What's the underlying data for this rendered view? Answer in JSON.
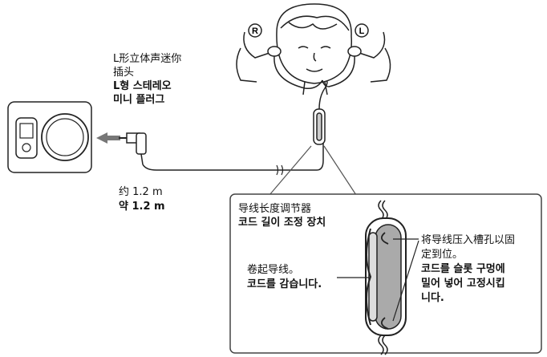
{
  "labels": {
    "plug_zh_line1": "L形立体声迷你",
    "plug_zh_line2": "插头",
    "plug_ko_line1": "L형 스테레오",
    "plug_ko_line2": "미니 플러그",
    "length_zh": "约 1.2 m",
    "length_ko": "약 1.2 m",
    "adjuster_zh": "导线长度调节器",
    "adjuster_ko": "코드 길이 조정 장치",
    "wind_zh": "卷起导线。",
    "wind_ko": "코드를 감습니다.",
    "fix_zh_line1": "将导线压入槽孔以固",
    "fix_zh_line2": "定到位。",
    "fix_ko_line1": "코드를 슬롯 구멍에",
    "fix_ko_line2": "밀어 넣어 고정시킵",
    "fix_ko_line3": "니다."
  },
  "ear_markers": {
    "right": "R",
    "left": "L"
  }
}
